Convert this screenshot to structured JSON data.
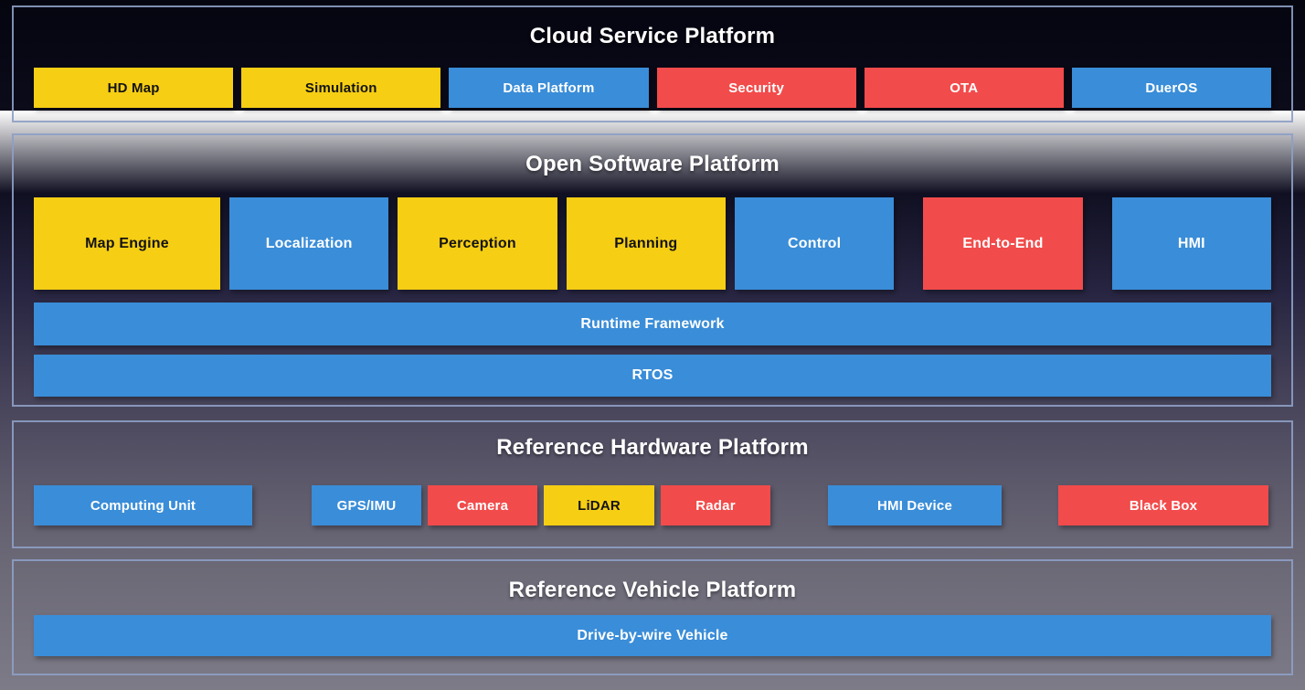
{
  "palette": {
    "yellow": "#F6CE14",
    "blue": "#3A8DD8",
    "red": "#F24B4B",
    "title_text": "#FFFFFF",
    "text_on_yellow": "#131313",
    "text_on_blue_red": "#FFFFFF",
    "section_border": "#8E9EC5",
    "background_top": "#050510",
    "background_bottom": "#7D7B87"
  },
  "sections": {
    "cloud": {
      "title": "Cloud Service Platform",
      "boxes": [
        {
          "label": "HD Map",
          "color": "yellow"
        },
        {
          "label": "Simulation",
          "color": "yellow"
        },
        {
          "label": "Data Platform",
          "color": "blue"
        },
        {
          "label": "Security",
          "color": "red"
        },
        {
          "label": "OTA",
          "color": "red"
        },
        {
          "label": "DuerOS",
          "color": "blue"
        }
      ]
    },
    "software": {
      "title": "Open Software Platform",
      "modules": [
        {
          "label": "Map Engine",
          "color": "yellow"
        },
        {
          "label": "Localization",
          "color": "blue"
        },
        {
          "label": "Perception",
          "color": "yellow"
        },
        {
          "label": "Planning",
          "color": "yellow"
        },
        {
          "label": "Control",
          "color": "blue"
        },
        {
          "label": "End-to-End",
          "color": "red"
        },
        {
          "label": "HMI",
          "color": "blue"
        }
      ],
      "layers": [
        {
          "label": "Runtime Framework",
          "color": "blue"
        },
        {
          "label": "RTOS",
          "color": "blue"
        }
      ]
    },
    "hardware": {
      "title": "Reference Hardware Platform",
      "boxes": [
        {
          "label": "Computing Unit",
          "color": "blue"
        },
        {
          "label": "GPS/IMU",
          "color": "blue"
        },
        {
          "label": "Camera",
          "color": "red"
        },
        {
          "label": "LiDAR",
          "color": "yellow"
        },
        {
          "label": "Radar",
          "color": "red"
        },
        {
          "label": "HMI Device",
          "color": "blue"
        },
        {
          "label": "Black Box",
          "color": "red"
        }
      ]
    },
    "vehicle": {
      "title": "Reference Vehicle Platform",
      "layers": [
        {
          "label": "Drive-by-wire Vehicle",
          "color": "blue"
        }
      ]
    }
  }
}
